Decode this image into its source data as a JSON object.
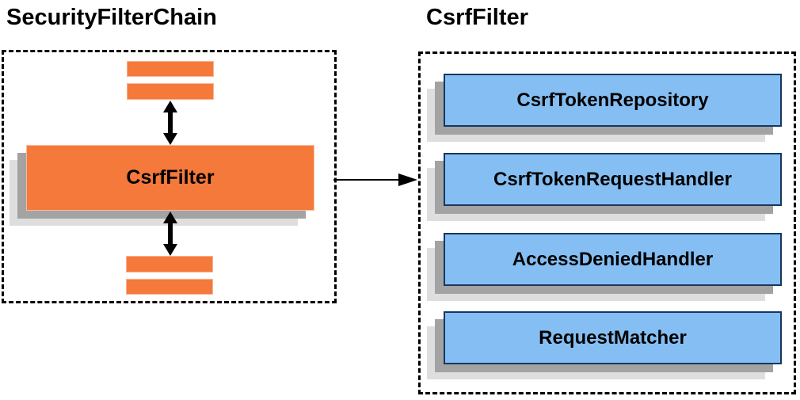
{
  "diagram": {
    "left_panel": {
      "title": "SecurityFilterChain",
      "filter_label": "CsrfFilter"
    },
    "right_panel": {
      "title": "CsrfFilter",
      "components": [
        "CsrfTokenRepository",
        "CsrfTokenRequestHandler",
        "AccessDeniedHandler",
        "RequestMatcher"
      ]
    },
    "colors": {
      "orange_fill": "#F4793B",
      "blue_fill": "#85BEF2",
      "blue_border": "#17375E",
      "shadow_dark": "#A3A3A3",
      "shadow_light": "#DEDEDE",
      "arrow": "#000000",
      "dashed_border": "#000000"
    }
  }
}
